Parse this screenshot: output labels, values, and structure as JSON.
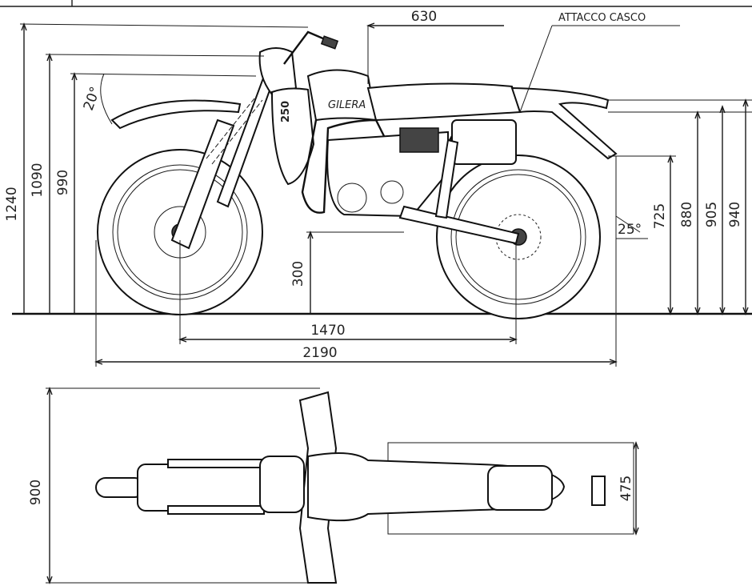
{
  "labels": {
    "helmet_attachment": "ATTACCO CASCO",
    "brand_script": "GILERA",
    "tank_numbers": "250"
  },
  "side_view": {
    "overall_height": "1240",
    "handlebar_height": "1090",
    "fork_top_height": "990",
    "steering_angle": "20°",
    "seat_length": "630",
    "ground_clearance": "300",
    "wheelbase": "1470",
    "overall_length": "2190",
    "rear_angle": "25°",
    "rear_fender_height": "725",
    "seat_height": "880",
    "rack_height": "905",
    "tail_height": "940"
  },
  "top_view": {
    "overall_width": "900",
    "rear_width": "475"
  }
}
